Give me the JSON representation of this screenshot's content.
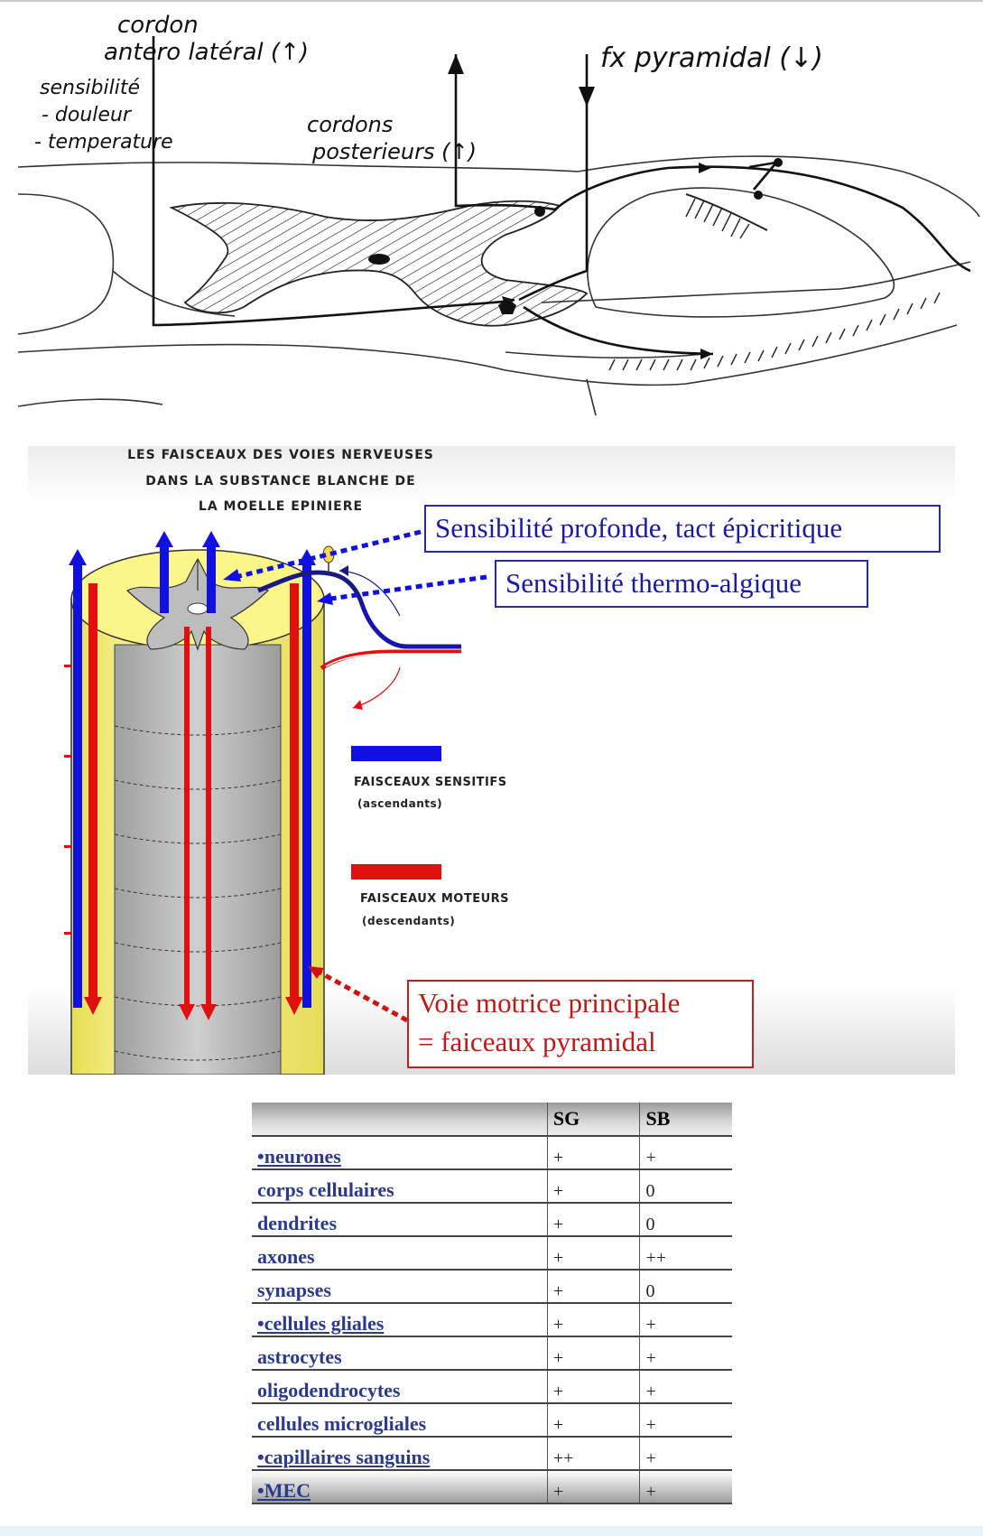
{
  "sketch": {
    "label_cordon_line1": "cordon",
    "label_cordon_line2": "antero latéral (↑)",
    "label_sensibilite": "sensibilité",
    "label_douleur": "- douleur",
    "label_temperature": "- temperature",
    "label_cordons": "cordons",
    "label_posterieurs": "posterieurs (↑)",
    "label_fx": "fx pyramidal (↓)"
  },
  "slide": {
    "title_line1": "LES FAISCEAUX DES VOIES NERVEUSES",
    "title_line2": "DANS LA SUBSTANCE BLANCHE DE",
    "title_line3": "LA MOELLE EPINIERE",
    "callout_profonde": "Sensibilité profonde, tact épicritique",
    "callout_thermo": "Sensibilité thermo-algique",
    "legend_sensitifs": "FAISCEAUX SENSITIFS",
    "legend_sensitifs_sub": "(ascendants)",
    "legend_moteurs": "FAISCEAUX MOTEURS",
    "legend_moteurs_sub": "(descendants)",
    "callout_motrice_line1": "Voie motrice principale",
    "callout_motrice_line2": "= faiceaux pyramidal",
    "colors": {
      "sensory": "#1010e0",
      "motor": "#e01010",
      "white_matter": "#fbf58a",
      "gray_matter": "#bdbdbd"
    }
  },
  "table": {
    "header": [
      "",
      "SG",
      "SB"
    ],
    "rows": [
      {
        "label": "•neurones",
        "sg": "+",
        "sb": "+",
        "header": true
      },
      {
        "label": "corps cellulaires",
        "sg": "+",
        "sb": "0",
        "header": false
      },
      {
        "label": "dendrites",
        "sg": "+",
        "sb": "0",
        "header": false
      },
      {
        "label": "axones",
        "sg": "+",
        "sb": "++",
        "header": false
      },
      {
        "label": "synapses",
        "sg": "+",
        "sb": "0",
        "header": false
      },
      {
        "label": "•cellules gliales",
        "sg": "+",
        "sb": "+",
        "header": true
      },
      {
        "label": "astrocytes",
        "sg": "+",
        "sb": "+",
        "header": false
      },
      {
        "label": "oligodendrocytes",
        "sg": "+",
        "sb": "+",
        "header": false
      },
      {
        "label": "cellules microgliales",
        "sg": "+",
        "sb": "+",
        "header": false
      },
      {
        "label": "•capillaires sanguins",
        "sg": "++",
        "sb": "+",
        "header": true
      },
      {
        "label": "•MEC",
        "sg": "+",
        "sb": "+",
        "header": true
      }
    ]
  }
}
